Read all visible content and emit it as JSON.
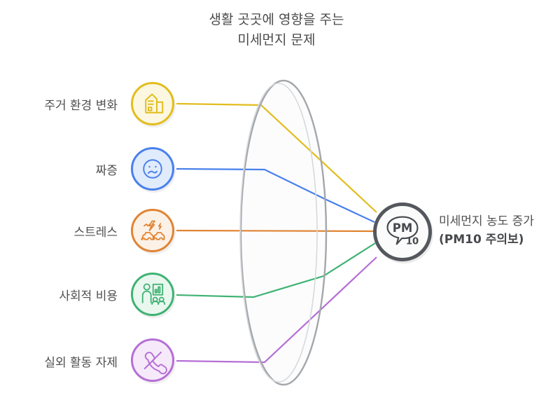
{
  "title": {
    "line1": "생활 곳곳에 영향을 주는",
    "line2": "미세먼지 문제"
  },
  "factors": [
    {
      "label": "주거 환경 변화",
      "icon": "building-icon",
      "color": "#e2bd1d",
      "fill": "#fbf7e0"
    },
    {
      "label": "짜증",
      "icon": "sad-face-icon",
      "color": "#4a80ec",
      "fill": "#e0ebfc"
    },
    {
      "label": "스트레스",
      "icon": "traffic-stress-icon",
      "color": "#e08433",
      "fill": "#fcf1e6"
    },
    {
      "label": "사회적 비용",
      "icon": "presentation-icon",
      "color": "#3fb273",
      "fill": "#e9f7ef"
    },
    {
      "label": "실외 활동 자제",
      "icon": "no-phone-icon",
      "color": "#b56fd6",
      "fill": "#f6eafa"
    }
  ],
  "lens": {
    "stroke": "#a3a7ab",
    "inner_stroke": "#d7d9db",
    "fill": "#fcfcfd"
  },
  "result": {
    "badge_main": "PM",
    "badge_sub": "10",
    "ring_color": "#54585d",
    "glyph_color": "#45494d",
    "line1": "미세먼지 농도 증가",
    "line2": "(PM10 주의보)"
  },
  "background": "#ffffff"
}
